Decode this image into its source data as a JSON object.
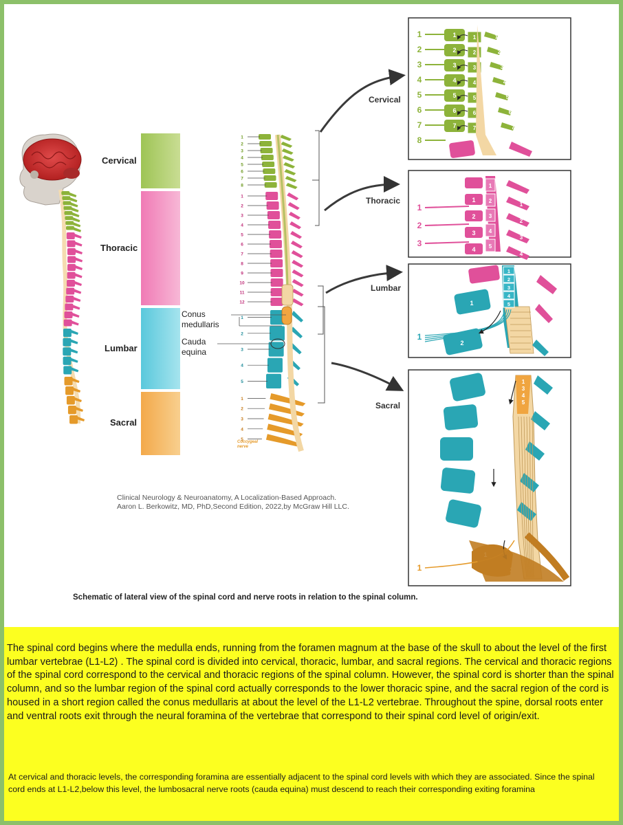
{
  "regions": {
    "cervical": "Cervical",
    "thoracic": "Thoracic",
    "lumbar": "Lumbar",
    "sacral": "Sacral"
  },
  "annotations": {
    "conus_line1": "Conus",
    "conus_line2": "medullaris",
    "cauda_line1": "Cauda",
    "cauda_line2": "equina",
    "coccygeal_line1": "Coccygeal",
    "coccygeal_line2": "nerve"
  },
  "column_numbers": {
    "cervical": [
      "1",
      "2",
      "3",
      "4",
      "5",
      "6",
      "7",
      "8"
    ],
    "thoracic": [
      "1",
      "2",
      "3",
      "4",
      "5",
      "6",
      "7",
      "8",
      "9",
      "10",
      "11",
      "12"
    ],
    "lumbar": [
      "1",
      "2",
      "3",
      "4",
      "5"
    ],
    "sacral": [
      "1",
      "2",
      "3",
      "4",
      "5"
    ]
  },
  "detail_numbers": {
    "cervical": [
      "1",
      "2",
      "3",
      "4",
      "5",
      "6",
      "7",
      "8"
    ],
    "thoracic": [
      "1",
      "2",
      "3"
    ],
    "lumbar": [
      "1"
    ],
    "sacral": [
      "1"
    ]
  },
  "citation": {
    "line1": "Clinical Neurology & Neuroanatomy, A Localization-Based Approach.",
    "line2": "Aaron L. Berkowitz, MD, PhD,Second Edition, 2022,by McGraw Hill LLC."
  },
  "caption": "Schematic of lateral view of the spinal cord and nerve roots in relation to the spinal column.",
  "paragraph1": "The spinal cord begins where the medulla ends, running from the foramen magnum at the base of the skull to about the level of the first lumbar vertebrae (L1-L2) . The spinal cord is divided into cervical, thoracic, lumbar, and sacral regions. The cervical and thoracic regions of the spinal cord correspond to the cervical and thoracic regions of the spinal column. However, the spinal cord is shorter than the spinal column, and so the lumbar region of the spinal cord actually corresponds to the lower thoracic spine, and the sacral region of the cord is housed in a short region called the conus medullaris at about the level of the L1-L2 vertebrae. Throughout the spine, dorsal roots enter and ventral roots exit through the neural foramina of the vertebrae that correspond to their spinal cord level of origin/exit.",
  "paragraph2": "At cervical and thoracic levels, the corresponding foramina are essentially adjacent to the spinal cord levels with which they are associated. Since the spinal cord ends at L1-L2,below this level, the lumbosacral nerve roots (cauda equina) must descend to reach their corresponding exiting foramina",
  "colors": {
    "border": "#8cc06a",
    "cervical": "#8db33a",
    "thoracic": "#e0509a",
    "lumbar": "#2aa6b4",
    "sacral": "#e59a2a",
    "cord": "#f3d7a4",
    "text_box": "#fcff20"
  }
}
